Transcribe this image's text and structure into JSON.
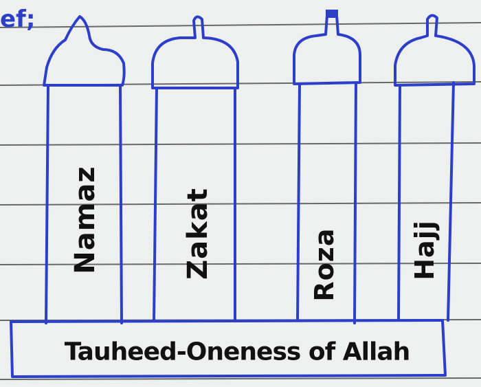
{
  "diagram": {
    "corner_mark": "ef;",
    "pillars": [
      {
        "label": "Namaz"
      },
      {
        "label": "Zakat"
      },
      {
        "label": "Roza"
      },
      {
        "label": "Hajj"
      }
    ],
    "base_label": "Tauheed-Oneness of Allah"
  },
  "colors": {
    "ink": "#2d3fc9",
    "text": "#111111",
    "paper": "#eef0ef",
    "ruled_line": "#3b3b3b"
  }
}
